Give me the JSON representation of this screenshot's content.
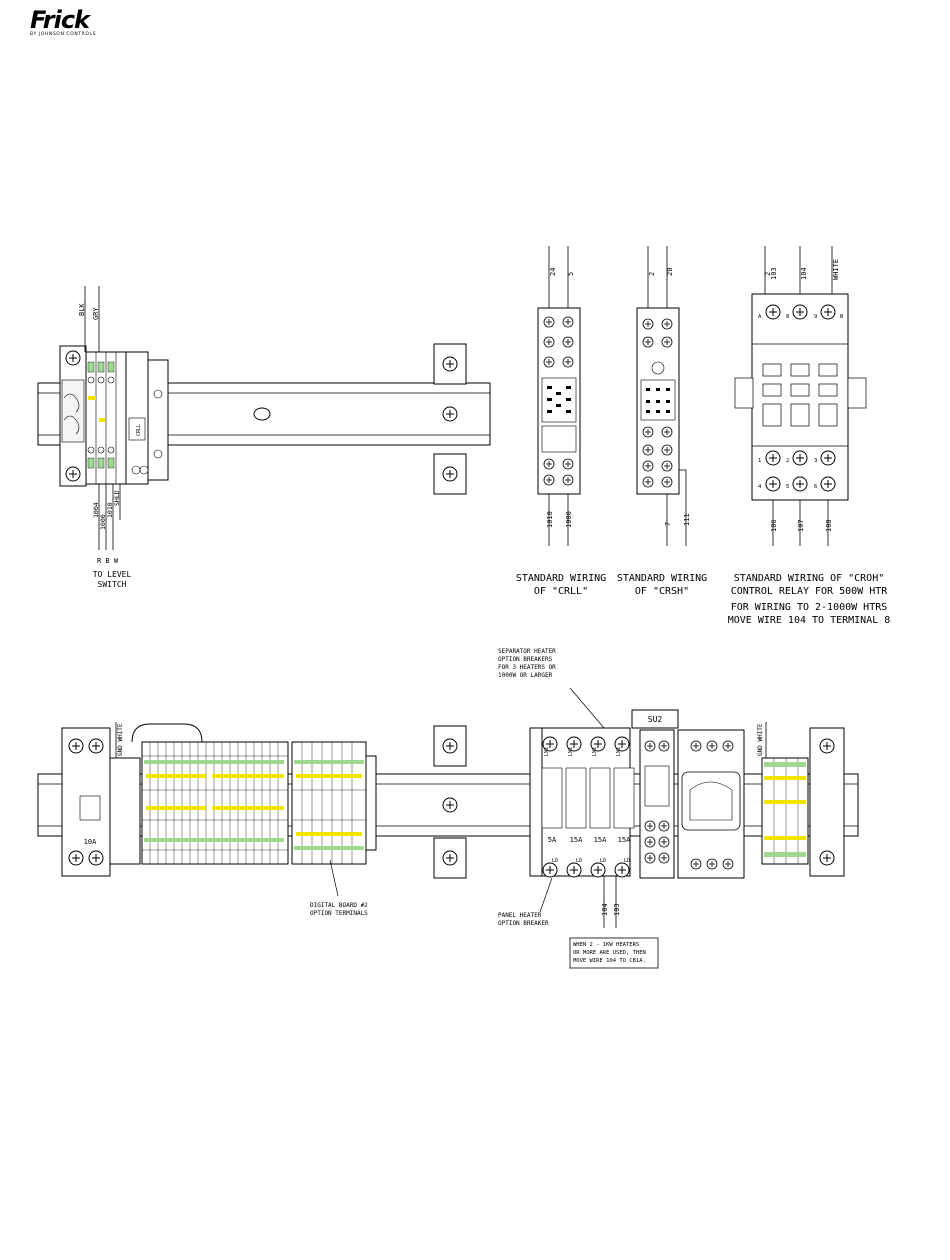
{
  "brand": {
    "name": "Frick",
    "sub": "BY JOHNSON CONTROLS"
  },
  "top_assembly": {
    "wire_labels": [
      "BLK",
      "GRY"
    ],
    "bottom_wires": [
      "1004",
      "1000",
      "1010",
      "SHLD"
    ],
    "rbw": "R B W",
    "caption": "TO LEVEL\nSWITCH",
    "relay_tag": "CRLL"
  },
  "relays": {
    "crll": {
      "top_wires": [
        "24",
        "5"
      ],
      "bottom_wires": [
        "1010",
        "1000"
      ],
      "caption": "STANDARD WIRING\nOF \"CRLL\""
    },
    "crsh": {
      "top_wires": [
        "2",
        "20"
      ],
      "bottom_wires": [
        "7",
        "111"
      ],
      "caption": "STANDARD WIRING\nOF \"CRSH\""
    },
    "croh": {
      "top_wires": [
        "2",
        "103",
        "104",
        "WHITE"
      ],
      "bottom_wires": [
        "106",
        "107",
        "108"
      ],
      "term_top": [
        "A",
        "8",
        "9",
        "B"
      ],
      "term_bot": [
        "1",
        "2",
        "3",
        "4",
        "5",
        "6"
      ],
      "caption": "STANDARD WIRING OF \"CROH\"\nCONTROL RELAY FOR 500W HTR",
      "note": "FOR WIRING TO 2-1000W HTRS\nMOVE WIRE 104 TO TERMINAL 8"
    }
  },
  "bottom_assembly": {
    "gnd_white": "GND WHITE",
    "cb_left": "10A",
    "breaker_ratings": [
      "5A",
      "15A",
      "15A",
      "15A"
    ],
    "line_labels": [
      "LN1",
      "LN1",
      "LN1",
      "LN1"
    ],
    "load_labels": [
      "LD",
      "LD",
      "LD",
      "LD"
    ],
    "su_label": "SU2",
    "wires_bottom": [
      "104",
      "103"
    ],
    "sep_note": "SEPARATOR HEATER\nOPTION BREAKERS\nFOR 3 HEATERS OR\n1000W OR LARGER",
    "digital_note": "DIGITAL BOARD #2\nOPTION TERMINALS",
    "panel_note": "PANEL HEATER\nOPTION BREAKER",
    "box_note": "WHEN 2 - 1KW HEATERS\nOR MORE ARE USED, THEN\nMOVE WIRE 104 TO CB1A."
  }
}
